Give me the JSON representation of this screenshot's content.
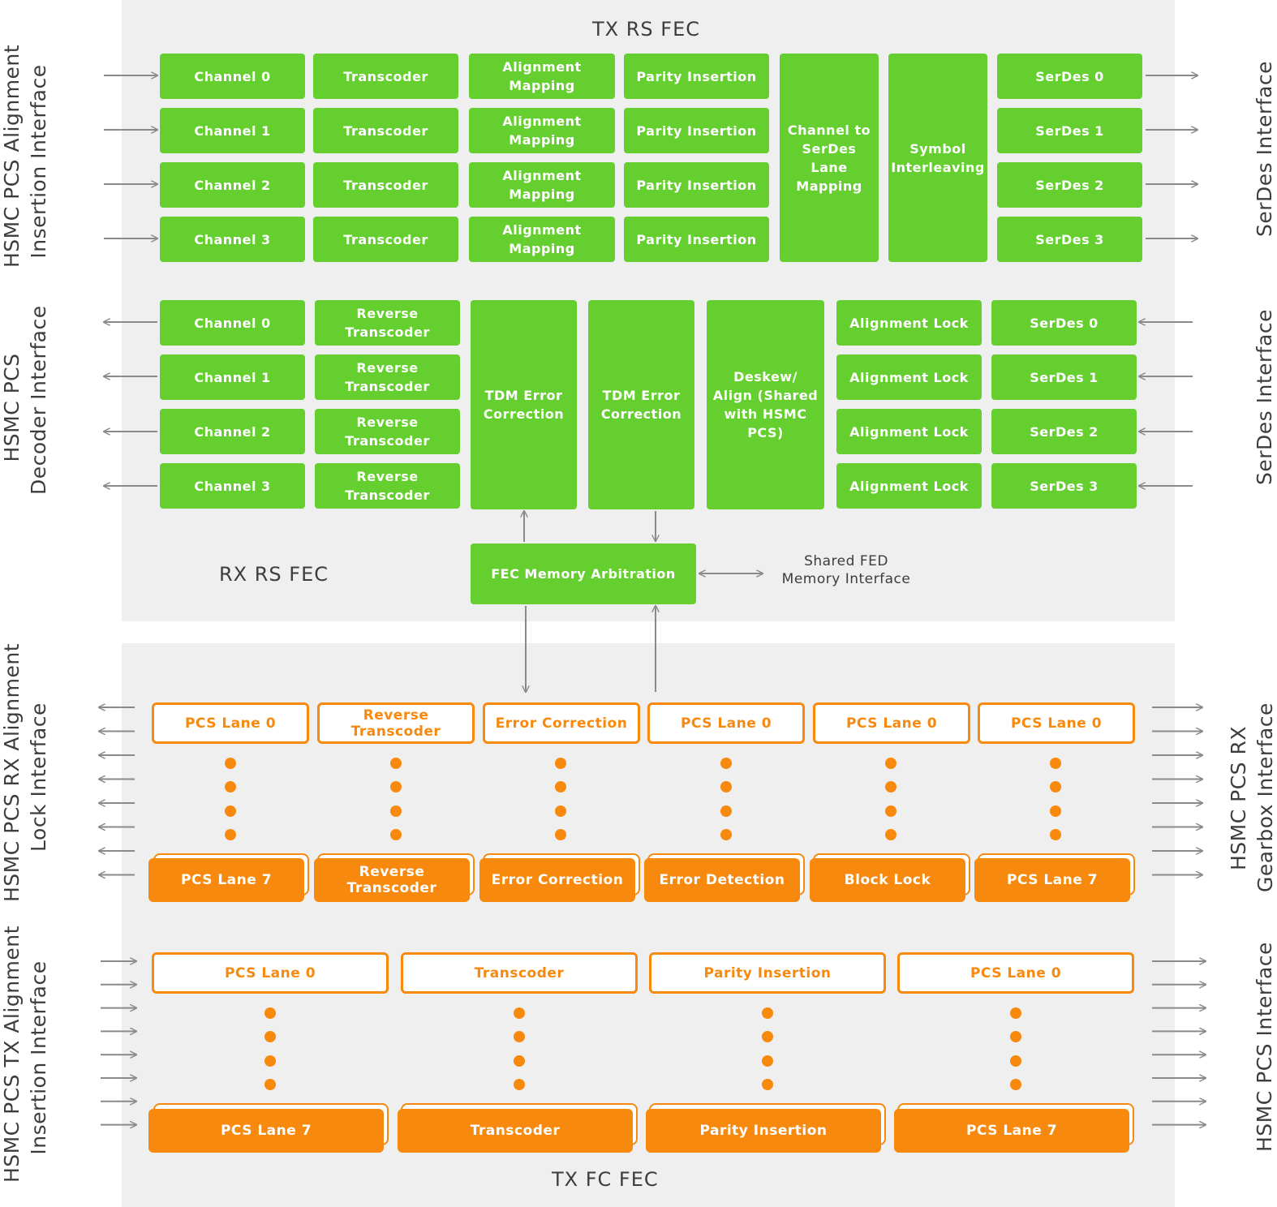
{
  "colors": {
    "green": "#64cf2f",
    "orange": "#f7890e",
    "panel": "#efefef",
    "arrow": "#8a8a8a",
    "text": "#3d3d3d"
  },
  "titles": {
    "tx_rs": "TX RS FEC",
    "rx_rs": "RX RS FEC",
    "tx_fc": "TX FC FEC"
  },
  "side_labels": {
    "left_tx": [
      "HSMC PCS Alignment",
      "Insertion Interface"
    ],
    "right_tx": "SerDes Interface",
    "left_rx": [
      "HSMC PCS",
      "Decoder Interface"
    ],
    "right_rx": "SerDes Interface",
    "left_fc_rx": [
      "HSMC PCS RX Alignment",
      "Lock Interface"
    ],
    "right_fc_rx": [
      "HSMC PCS RX",
      "Gearbox   Interface"
    ],
    "left_fc_tx": [
      "HSMC PCS TX Alignment",
      "Insertion Interface"
    ],
    "right_fc_tx": "HSMC PCS Interface"
  },
  "tx_rs_fec": {
    "channels": [
      "Channel 0",
      "Channel 1",
      "Channel 2",
      "Channel 3"
    ],
    "transcoders": [
      "Transcoder",
      "Transcoder",
      "Transcoder",
      "Transcoder"
    ],
    "alignment_mapping": [
      "Alignment Mapping",
      "Alignment Mapping",
      "Alignment Mapping",
      "Alignment Mapping"
    ],
    "parity_insertion": [
      "Parity Insertion",
      "Parity Insertion",
      "Parity Insertion",
      "Parity Insertion"
    ],
    "lane_mapping": [
      "Channel to",
      "SerDes Lane",
      "Mapping"
    ],
    "symbol_interleaving": [
      "Symbol",
      "Interleaving"
    ],
    "serdes": [
      "SerDes 0",
      "SerDes 1",
      "SerDes 2",
      "SerDes 3"
    ]
  },
  "rx_rs_fec": {
    "channels": [
      "Channel 0",
      "Channel 1",
      "Channel 2",
      "Channel 3"
    ],
    "reverse_transcoders": [
      "Reverse Transcoder",
      "Reverse Transcoder",
      "Reverse Transcoder",
      "Reverse Transcoder"
    ],
    "tdm_error_correction": [
      "TDM Error",
      "Correction"
    ],
    "deskew": [
      "Deskew/",
      "Align (Shared",
      "with HSMC",
      "PCS)"
    ],
    "alignment_lock": [
      "Alignment Lock",
      "Alignment Lock",
      "Alignment Lock",
      "Alignment Lock"
    ],
    "serdes": [
      "SerDes 0",
      "SerDes 1",
      "SerDes 2",
      "SerDes 3"
    ],
    "memory_arbitration": "FEC Memory Arbitration",
    "shared_memory_note": [
      "Shared FED",
      "Memory Interface"
    ]
  },
  "fc_rx": {
    "top": [
      "PCS Lane 0",
      "Reverse Transcoder",
      "Error Correction",
      "PCS Lane 0",
      "PCS Lane 0",
      "PCS Lane 0"
    ],
    "bottom": [
      "PCS Lane 7",
      "Reverse Transcoder",
      "Error Correction",
      "Error Detection",
      "Block Lock",
      "PCS Lane 7"
    ]
  },
  "fc_tx": {
    "top": [
      "PCS Lane 0",
      "Transcoder",
      "Parity Insertion",
      "PCS Lane 0"
    ],
    "bottom": [
      "PCS Lane 7",
      "Transcoder",
      "Parity Insertion",
      "PCS Lane 7"
    ]
  }
}
